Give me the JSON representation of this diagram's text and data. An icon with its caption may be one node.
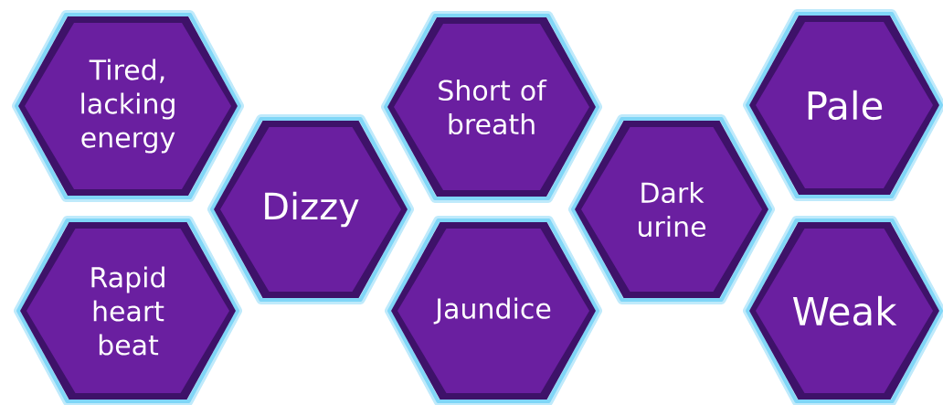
{
  "diagram": {
    "nodes": [
      {
        "text": [
          "Tired, lacking energy"
        ]
      },
      {
        "text": [
          "Rapid heart beat"
        ]
      },
      {
        "text": [
          "Dizzy"
        ]
      },
      {
        "text": [
          "Short of breath"
        ]
      },
      {
        "text": [
          "Jaundice"
        ]
      },
      {
        "text": [
          "Dark urine"
        ]
      },
      {
        "text": [
          "Pale"
        ]
      },
      {
        "text": [
          "Weak"
        ]
      }
    ]
  }
}
